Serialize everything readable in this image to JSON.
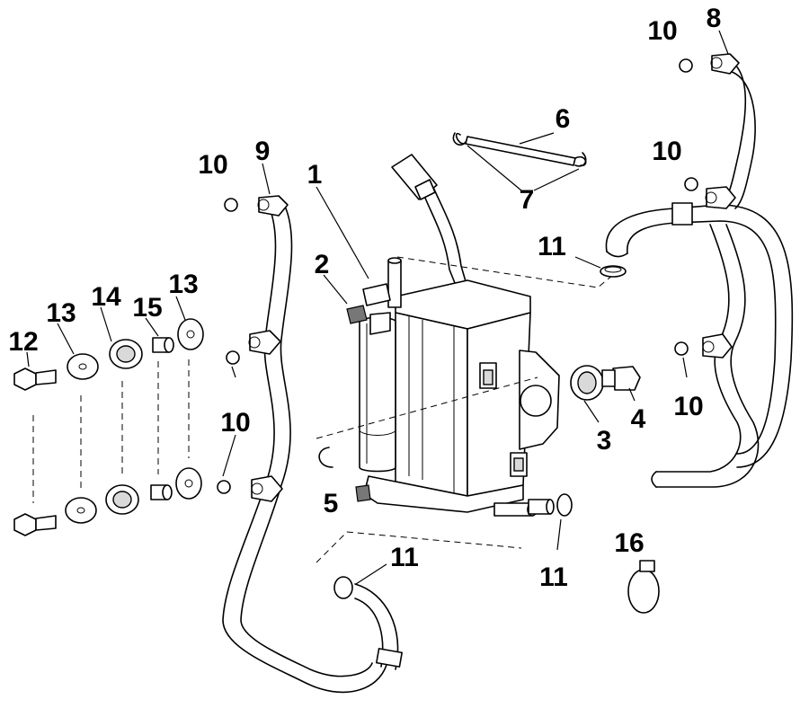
{
  "callouts": {
    "c1": "1",
    "c2": "2",
    "c3": "3",
    "c4": "4",
    "c5": "5",
    "c6": "6",
    "c7": "7",
    "c8": "8",
    "c9": "9",
    "c10a": "10",
    "c10b": "10",
    "c10c": "10",
    "c10d": "10",
    "c10e": "10",
    "c11a": "11",
    "c11b": "11",
    "c11c": "11",
    "c12": "12",
    "c13a": "13",
    "c13b": "13",
    "c14": "14",
    "c15": "15",
    "c16": "16"
  },
  "colors": {
    "ink": "#000000",
    "background": "#ffffff",
    "shade": "#d9d9d9"
  }
}
